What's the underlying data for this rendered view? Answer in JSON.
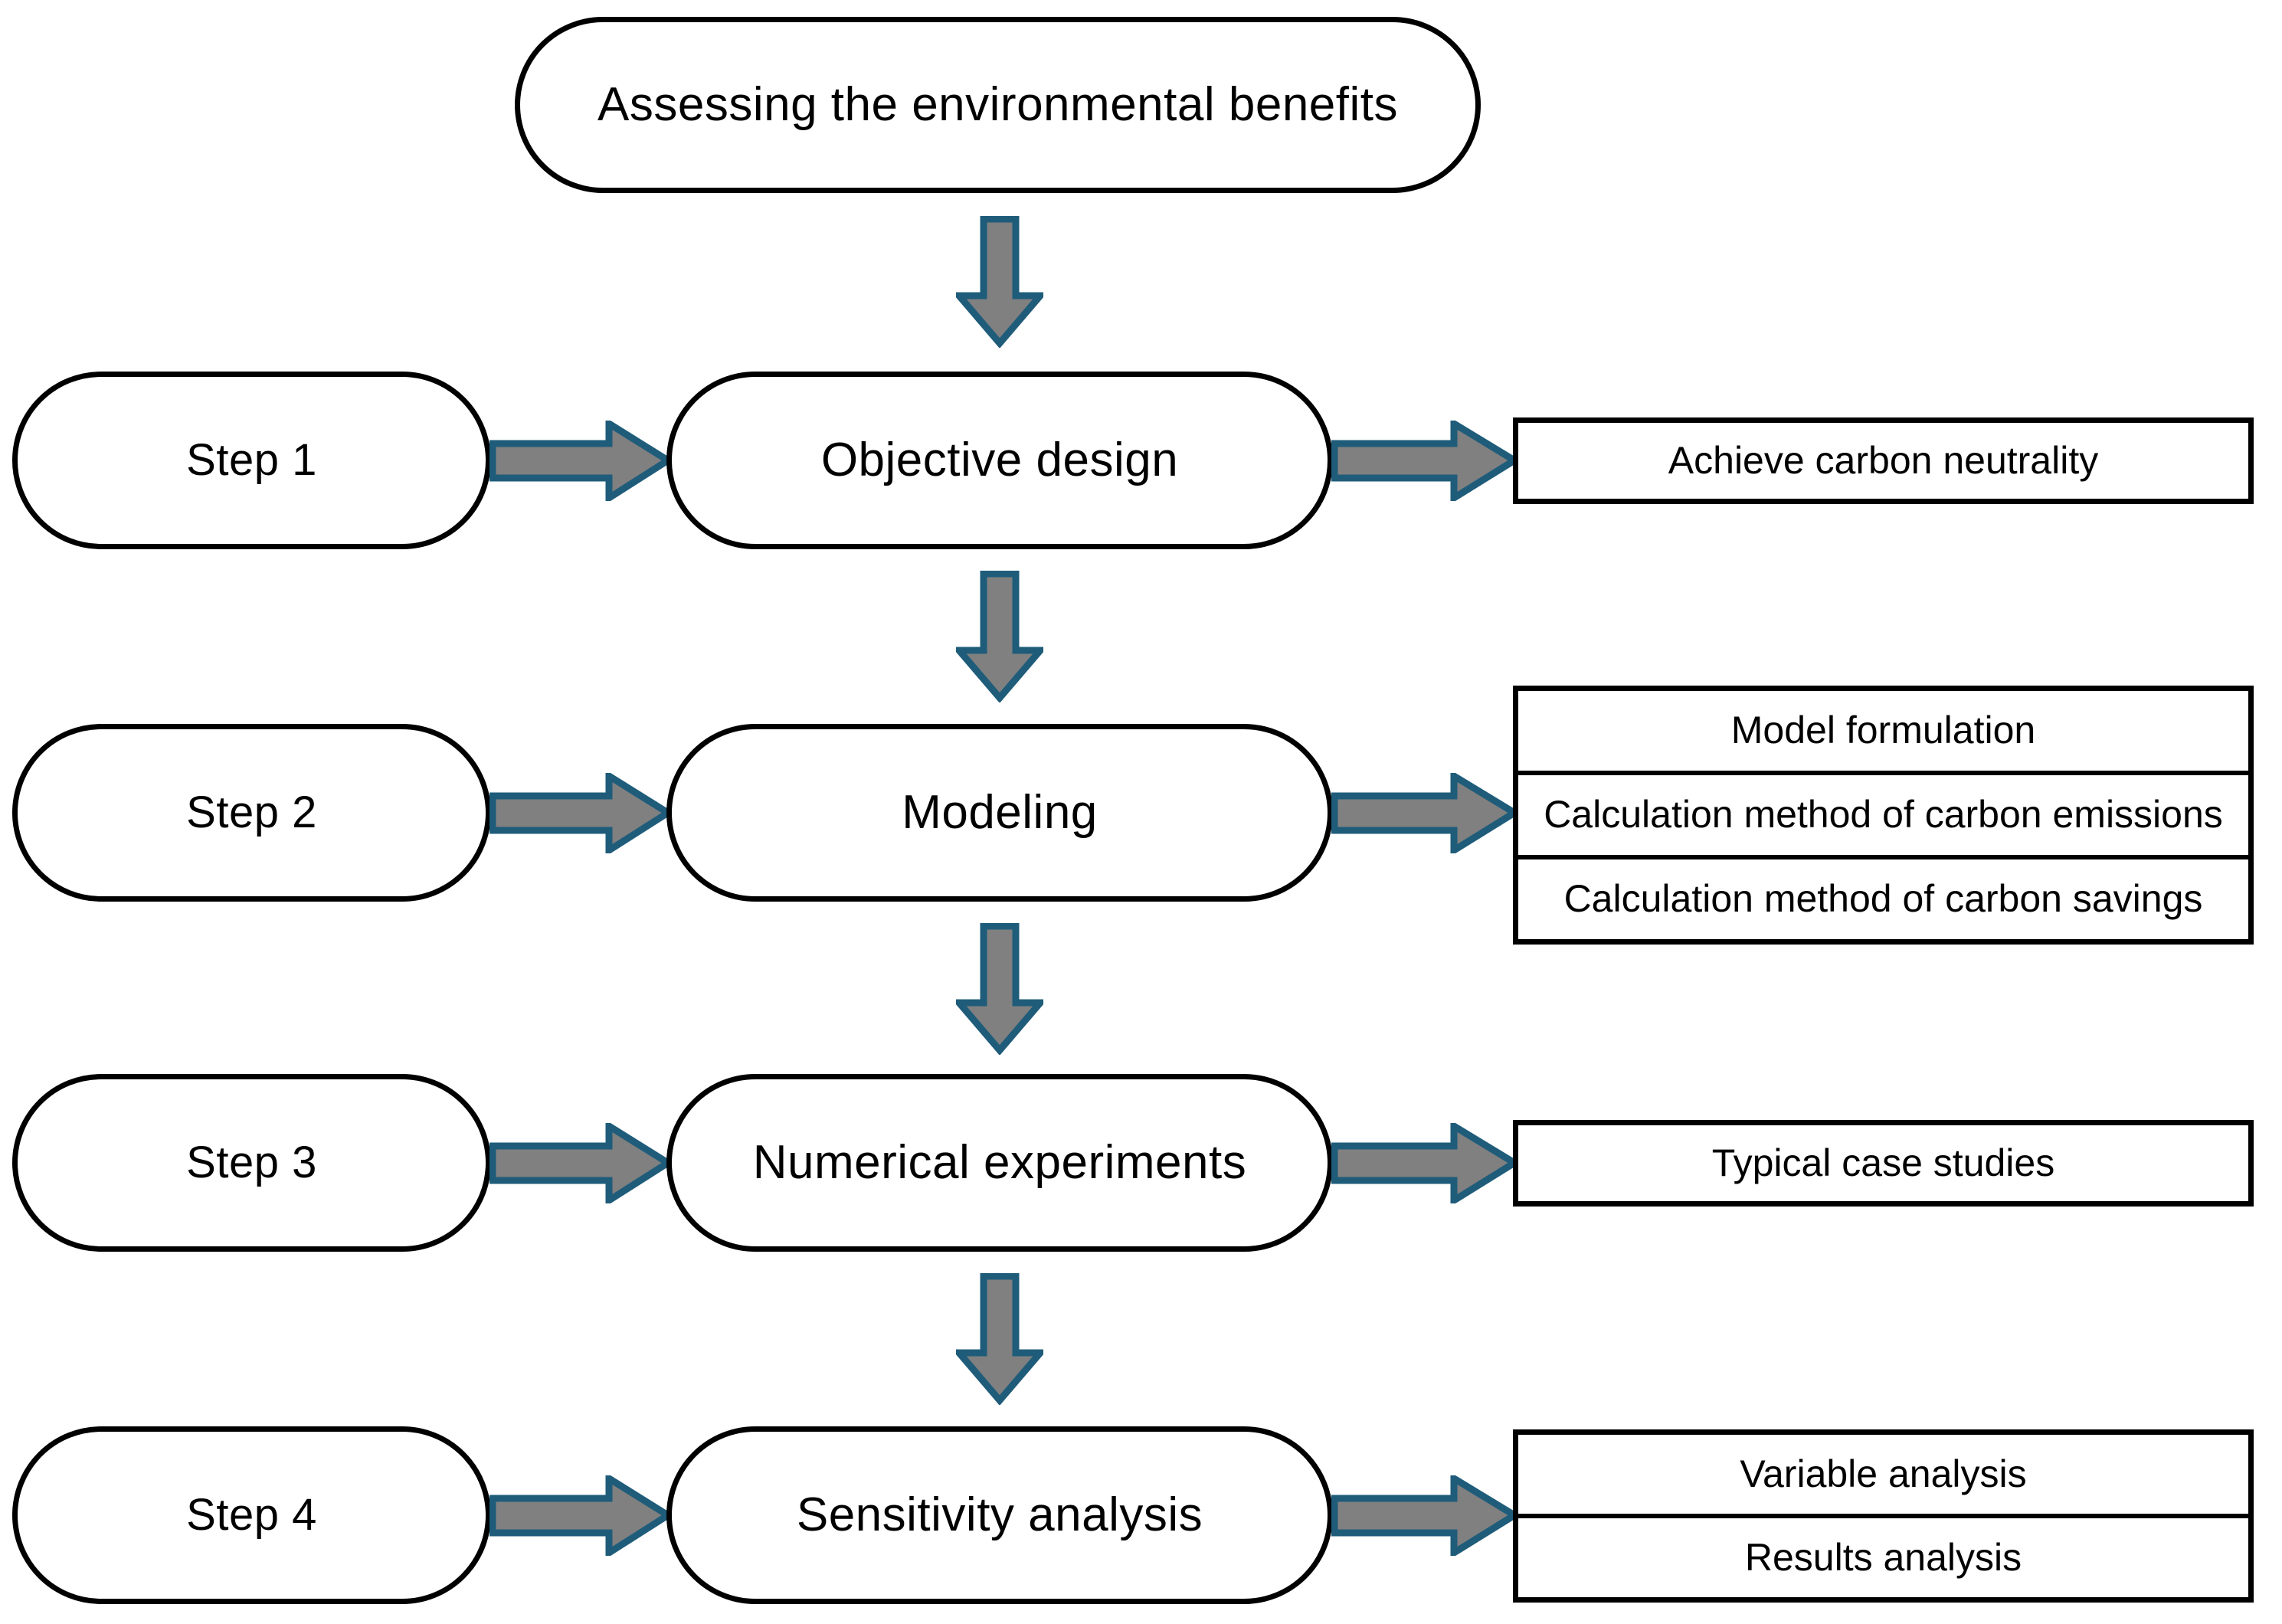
{
  "diagram": {
    "title_box": {
      "label": "Assessing the environmental benefits"
    },
    "colors": {
      "box_border": "#000000",
      "box_fill": "#ffffff",
      "arrow_fill": "#808080",
      "arrow_stroke": "#1F5C7A",
      "text": "#000000"
    },
    "steps": [
      {
        "step_label": "Step 1",
        "process_label": "Objective design",
        "outcomes": [
          "Achieve carbon neutrality"
        ]
      },
      {
        "step_label": "Step 2",
        "process_label": "Modeling",
        "outcomes": [
          "Model formulation",
          "Calculation method of carbon emissions",
          "Calculation method of carbon savings"
        ]
      },
      {
        "step_label": "Step 3",
        "process_label": "Numerical experiments",
        "outcomes": [
          "Typical case studies"
        ]
      },
      {
        "step_label": "Step 4",
        "process_label": "Sensitivity analysis",
        "outcomes": [
          "Variable analysis",
          "Results analysis"
        ]
      }
    ],
    "connectors": {
      "down_arrow_icon": "down-arrow-icon",
      "right_arrow_icon": "right-arrow-icon",
      "down_arrow_count": 4,
      "right_arrow_count": 8
    }
  }
}
